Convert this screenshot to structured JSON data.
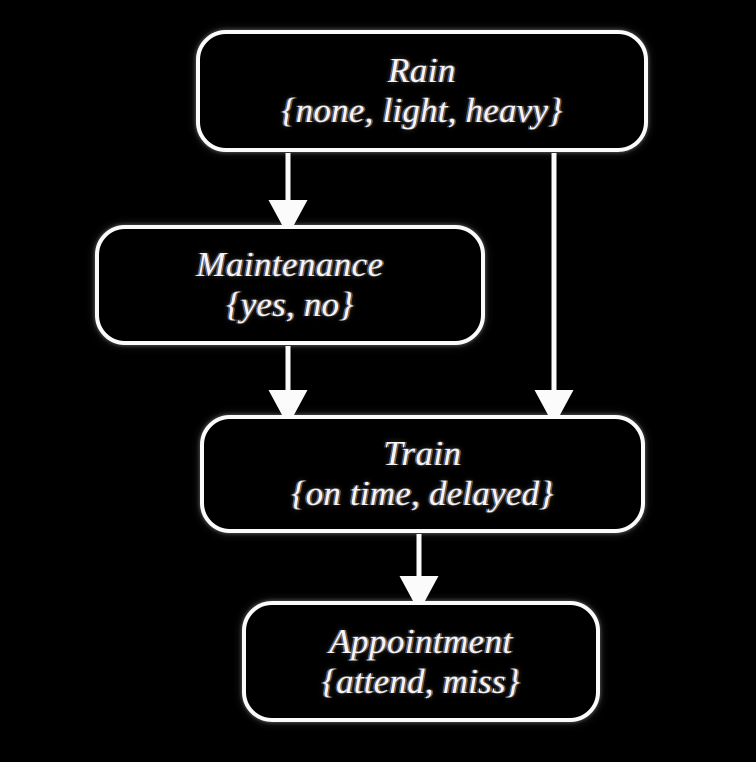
{
  "diagram": {
    "type": "bayesian-network",
    "background_color": "#000000",
    "node_border_color": "#fbfbfb",
    "text_color": "#f7f4ef",
    "nodes": [
      {
        "id": "rain",
        "title": "Rain",
        "states_label": "{none, light, heavy}",
        "states": [
          "none",
          "light",
          "heavy"
        ]
      },
      {
        "id": "maintenance",
        "title": "Maintenance",
        "states_label": "{yes, no}",
        "states": [
          "yes",
          "no"
        ]
      },
      {
        "id": "train",
        "title": "Train",
        "states_label": "{on time, delayed}",
        "states": [
          "on time",
          "delayed"
        ]
      },
      {
        "id": "appointment",
        "title": "Appointment",
        "states_label": "{attend, miss}",
        "states": [
          "attend",
          "miss"
        ]
      }
    ],
    "edges": [
      {
        "from": "rain",
        "to": "maintenance"
      },
      {
        "from": "rain",
        "to": "train"
      },
      {
        "from": "maintenance",
        "to": "train"
      },
      {
        "from": "train",
        "to": "appointment"
      }
    ]
  }
}
